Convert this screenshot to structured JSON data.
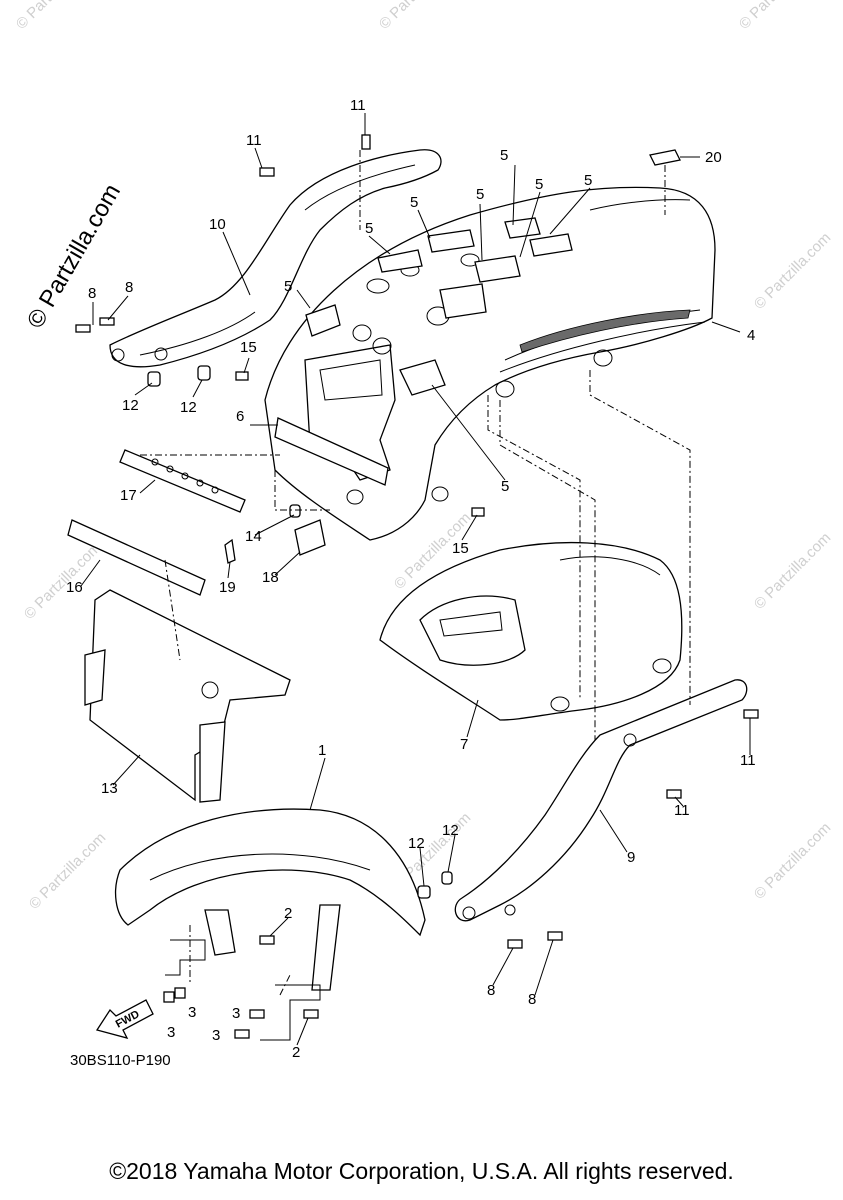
{
  "watermark": {
    "main": "© Partzilla.com",
    "repeat": "© Partzilla.com"
  },
  "callouts": {
    "c1": "1",
    "c2a": "2",
    "c2b": "2",
    "c3a": "3",
    "c3b": "3",
    "c3c": "3",
    "c3d": "3",
    "c4": "4",
    "c5a": "5",
    "c5b": "5",
    "c5c": "5",
    "c5d": "5",
    "c5e": "5",
    "c5f": "5",
    "c5g": "5",
    "c6": "6",
    "c7": "7",
    "c8a": "8",
    "c8b": "8",
    "c8c": "8",
    "c8d": "8",
    "c9": "9",
    "c10": "10",
    "c11a": "11",
    "c11b": "11",
    "c11c": "11",
    "c11d": "11",
    "c12a": "12",
    "c12b": "12",
    "c12c": "12",
    "c12d": "12",
    "c13": "13",
    "c14": "14",
    "c15a": "15",
    "c15b": "15",
    "c16": "16",
    "c17": "17",
    "c18": "18",
    "c19": "19",
    "c20": "20"
  },
  "fwd_label": "FWD",
  "diagram_code": "30BS110-P190",
  "copyright": "©2018 Yamaha Motor Corporation, U.S.A. All rights reserved."
}
